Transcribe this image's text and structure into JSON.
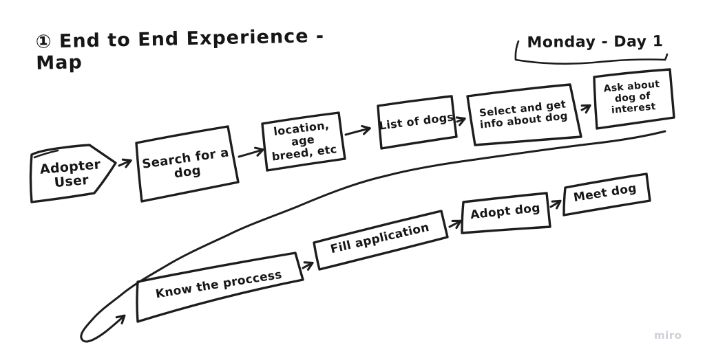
{
  "board": {
    "title": "① End to End Experience - Map",
    "annotation": "Monday - Day 1",
    "watermark": "miro"
  },
  "colors": {
    "ink": "#1d1d1d",
    "background": "#ffffff",
    "watermark_gray": "#ced1da"
  },
  "flow": {
    "start": {
      "label": "Adopter\nUser",
      "shape": "pentagon-arrow"
    },
    "search_steps": [
      {
        "label": "Search for a\ndog"
      },
      {
        "label": "location, age\nbreed, etc"
      },
      {
        "label": "List of dogs"
      },
      {
        "label": "Select and get\ninfo about dog"
      },
      {
        "label": "Ask about\ndog of\ninterest"
      }
    ],
    "adoption_steps": [
      {
        "label": "Know the proccess"
      },
      {
        "label": "Fill application"
      },
      {
        "label": "Adopt dog"
      },
      {
        "label": "Meet dog"
      }
    ]
  }
}
